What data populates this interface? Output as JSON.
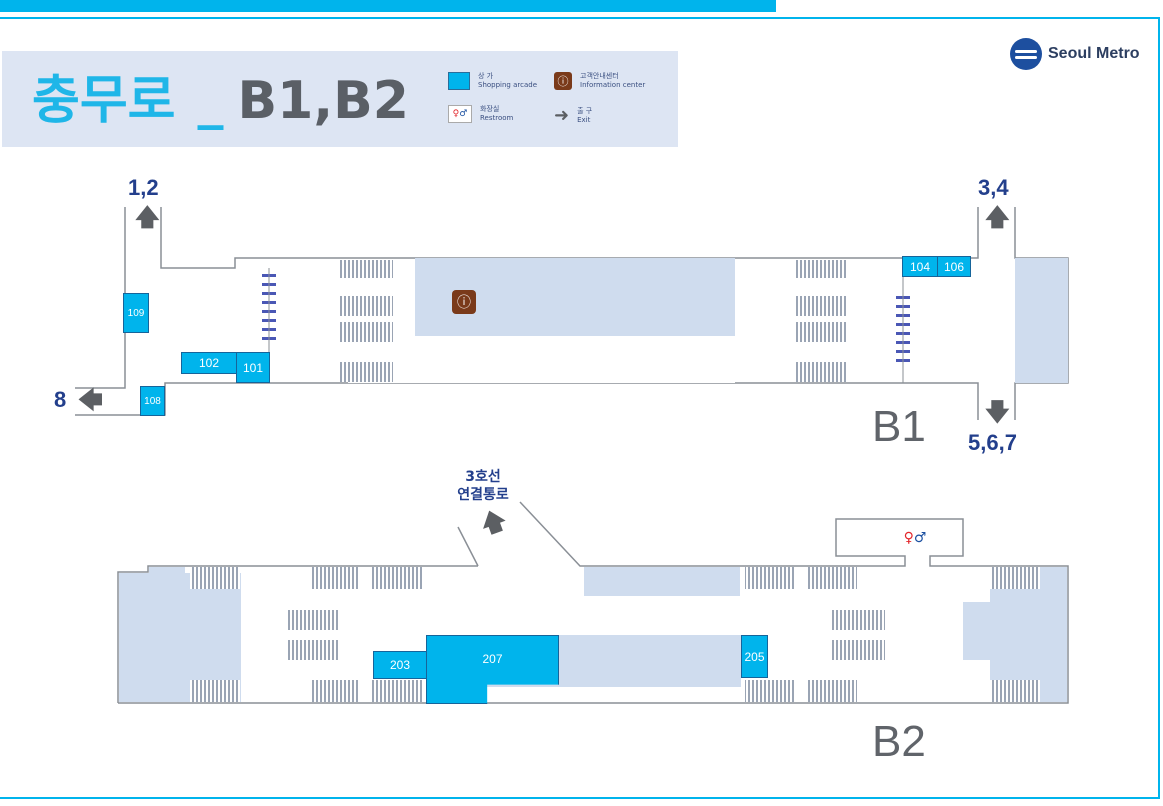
{
  "header": {
    "title_station": "충무로",
    "title_sep": "_",
    "title_floors": "B1,B2",
    "logo_text": "Seoul Metro"
  },
  "legend": {
    "shopping_ko": "상 가",
    "shopping_en": "Shopping arcade",
    "info_ko": "고객안내센터",
    "info_en": "Information center",
    "restroom_ko": "화장실",
    "restroom_en": "Restroom",
    "exit_ko": "출 구",
    "exit_en": "Exit"
  },
  "b1": {
    "floor_label": "B1",
    "exits": {
      "north_west": "1,2",
      "north_east": "3,4",
      "south_east": "5,6,7",
      "west": "8"
    },
    "shops": [
      "101",
      "102",
      "104",
      "106",
      "108",
      "109"
    ]
  },
  "b2": {
    "floor_label": "B2",
    "transfer_line1": "3호선",
    "transfer_line2": "연결통로",
    "shops": [
      "203",
      "205",
      "207"
    ]
  },
  "colors": {
    "accent": "#00b4ec",
    "navy": "#233f8c",
    "floor_fill": "#cfdcee",
    "gray": "#60646a"
  },
  "icons": [
    "info-icon",
    "restroom-icon",
    "exit-arrow-icon",
    "seoul-metro-logo"
  ]
}
